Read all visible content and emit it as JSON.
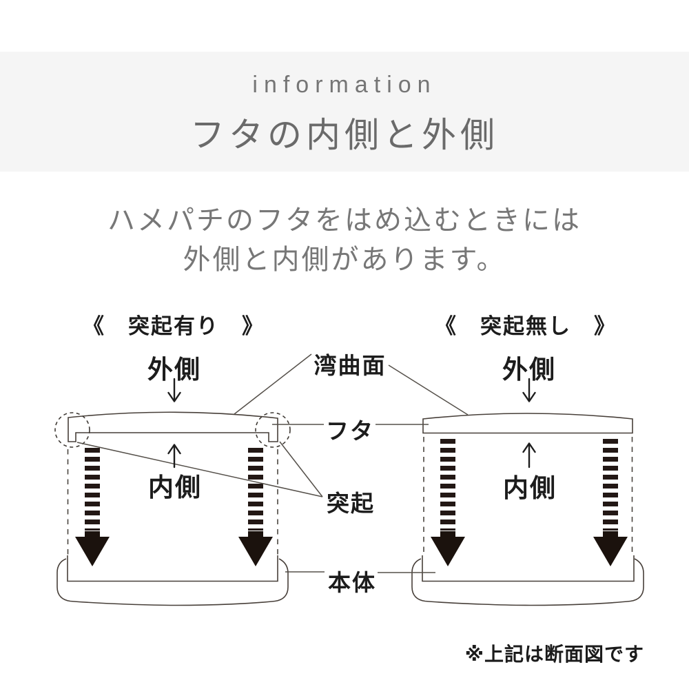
{
  "header": {
    "eyebrow": "information",
    "title": "フタの内側と外側"
  },
  "intro": {
    "line1": "ハメパチのフタをはめ込むときには",
    "line2": "外側と内側があります。"
  },
  "diagrams": {
    "left": {
      "caption": "《　突起有り　》",
      "outside_label": "外側",
      "inside_label": "内側"
    },
    "right": {
      "caption": "《　突起無し　》",
      "outside_label": "外側",
      "inside_label": "内側"
    },
    "shared_labels": {
      "curved_surface": "湾曲面",
      "lid": "フタ",
      "protrusion": "突起",
      "body": "本体"
    }
  },
  "footnote": "※上記は断面図です",
  "colors": {
    "band_bg": "#f5f5f5",
    "heading_text": "#6a6a6a",
    "eyebrow_text": "#757575",
    "body_text": "#777777",
    "label_ink": "#1c1c1c",
    "outline": "#473f39",
    "leader_line": "#55504a",
    "hatch_ink": "#231815",
    "arrow_ink": "#1b120d"
  }
}
